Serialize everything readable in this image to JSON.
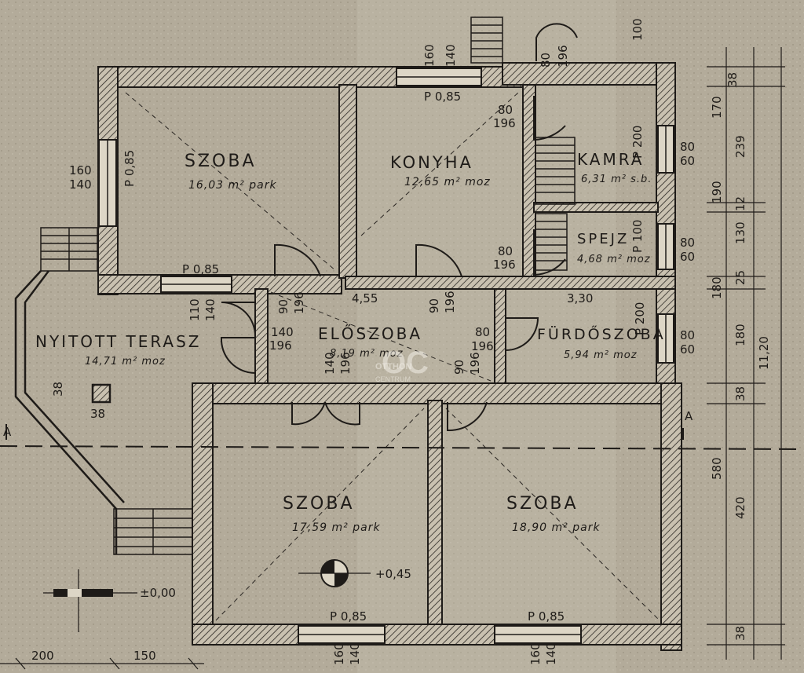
{
  "rooms": {
    "szoba_nw": {
      "name": "SZOBA",
      "area": "16,03 m² park"
    },
    "konyha": {
      "name": "KONYHA",
      "area": "12,65 m² moz"
    },
    "kamra": {
      "name": "KAMRA",
      "area": "6,31 m² s.b."
    },
    "spajz": {
      "name": "SPEJZ",
      "area": "4,68 m² moz"
    },
    "eloszoba": {
      "name": "ELŐSZOBA",
      "area": "8,19 m² moz"
    },
    "furdoszoba": {
      "name": "FÜRDŐSZOBA",
      "area": "5,94 m² moz"
    },
    "terasz": {
      "name": "NYITOTT TERASZ",
      "area": "14,71 m² moz"
    },
    "szoba_sw": {
      "name": "SZOBA",
      "area": "17,59 m² park"
    },
    "szoba_se": {
      "name": "SZOBA",
      "area": "18,90 m² park"
    }
  },
  "doors": {
    "entry_top": [
      "80",
      "196"
    ],
    "kitchen_kamra": [
      "80",
      "196"
    ],
    "kitchen_hall": [
      "80",
      "196"
    ],
    "room_hall": [
      "90",
      "196"
    ],
    "kitchen_door": [
      "90",
      "196"
    ],
    "terrace_door": [
      "140",
      "196"
    ],
    "bath_door": [
      "80",
      "196"
    ],
    "room_sw_door": [
      "140",
      "196"
    ],
    "room_se_door": [
      "90",
      "196"
    ]
  },
  "windows": {
    "w_top": [
      "160",
      "140"
    ],
    "w_left": [
      "160",
      "140"
    ],
    "w_kamra": [
      "80",
      "60"
    ],
    "w_spajz": [
      "80",
      "60"
    ],
    "w_bath": [
      "80",
      "60"
    ],
    "w_bottom_l": [
      "160",
      "140"
    ],
    "w_bottom_r": [
      "160",
      "140"
    ],
    "w_hall_terrace": [
      "110",
      "140"
    ]
  },
  "sill": {
    "top": "P 0,85",
    "left": "P 0,85",
    "nw_bottom": "P 0,85",
    "sw_bottom": "P 0,85",
    "se_bottom": "P 0,85",
    "kamra": "P 200",
    "spajz": "P 100",
    "bath": "P 200"
  },
  "dimensions": {
    "right_col1": [
      "38",
      "170",
      "190",
      "180",
      "38",
      "580",
      "38"
    ],
    "right_col2": [
      "239",
      "12",
      "130",
      "25",
      "180",
      "420"
    ],
    "right_total": "11,20",
    "top_100": "100",
    "hall_width": "4,55",
    "bath_width": "3,30",
    "bottom_left": [
      "200",
      "150"
    ],
    "pillar": "38",
    "pillar_w": "38"
  },
  "levels": {
    "entry": "±0,00",
    "floor": "+0,45"
  },
  "section": {
    "left": "A",
    "right": "A"
  },
  "watermark": {
    "logo": "OC",
    "line1": "OTTHON",
    "line2": "CENTRUM"
  }
}
